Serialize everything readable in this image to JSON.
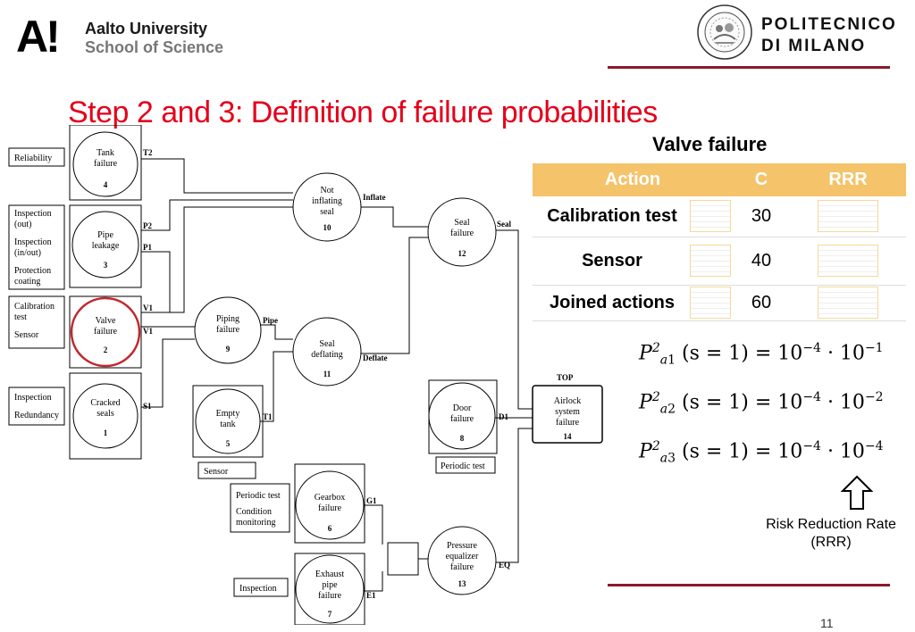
{
  "header": {
    "aalto_mark": "A!",
    "aalto_name": "Aalto University",
    "aalto_school": "School of Science",
    "polimi_line1": "POLITECNICO",
    "polimi_line2": "DI MILANO",
    "accent_color": "#e3001b",
    "rule_color": "#8b1a2b"
  },
  "title": "Step 2 and 3: Definition of failure probabilities",
  "fault_tree": {
    "labels": {
      "reliability": "Reliability",
      "inspection_out": "Inspection",
      "inspection_out2": "(out)",
      "inspection_inout": "Inspection",
      "inspection_inout2": "(in/out)",
      "protection": "Protection",
      "protection2": "coating",
      "calibration": "Calibration",
      "calibration2": "test",
      "sensor_side": "Sensor",
      "inspection_red": "Inspection",
      "redundancy": "Redundancy",
      "sensor_box": "Sensor",
      "periodic_test_door": "Periodic test",
      "periodic_test_gear": "Periodic test",
      "condition": "Condition",
      "condition2": "monitoring",
      "inspection_exhaust": "Inspection"
    },
    "nodes": {
      "tank": {
        "l1": "Tank",
        "l2": "failure",
        "num": "4"
      },
      "pipe": {
        "l1": "Pipe",
        "l2": "leakage",
        "num": "3"
      },
      "valve": {
        "l1": "Valve",
        "l2": "failure",
        "num": "2"
      },
      "cracked": {
        "l1": "Cracked",
        "l2": "seals",
        "num": "1"
      },
      "piping": {
        "l1": "Piping",
        "l2": "failure",
        "num": "9"
      },
      "empty": {
        "l1": "Empty",
        "l2": "tank",
        "num": "5"
      },
      "notinfl": {
        "l1": "Not",
        "l2": "inflating",
        "l3": "seal",
        "num": "10"
      },
      "sealdefl": {
        "l1": "Seal",
        "l2": "deflating",
        "num": "11"
      },
      "sealfail": {
        "l1": "Seal",
        "l2": "failure",
        "num": "12"
      },
      "door": {
        "l1": "Door",
        "l2": "failure",
        "num": "8"
      },
      "airlock": {
        "l1": "Airlock",
        "l2": "system",
        "l3": "failure",
        "num": "14"
      },
      "gearbox": {
        "l1": "Gearbox",
        "l2": "failure",
        "num": "6"
      },
      "exhaust": {
        "l1": "Exhaust",
        "l2": "pipe",
        "l3": "failure",
        "num": "7"
      },
      "pressure": {
        "l1": "Pressure",
        "l2": "equalizer",
        "l3": "failure",
        "num": "13"
      }
    },
    "edges": {
      "t2": "T2",
      "p2": "P2",
      "p1": "P1",
      "v1a": "V1",
      "v1b": "V1",
      "s1": "S1",
      "pipe": "Pipe",
      "t1": "T1",
      "inflate": "Inflate",
      "deflate": "Deflate",
      "seal": "Seal",
      "d1": "D1",
      "top": "TOP",
      "g1": "G1",
      "e1": "E1",
      "eq": "EQ"
    },
    "highlight_color": "#c0282d"
  },
  "table": {
    "caption": "Valve failure",
    "headers": {
      "action": "Action",
      "c": "C",
      "rrr": "RRR"
    },
    "rows": [
      {
        "action": "Calibration test",
        "c": "30"
      },
      {
        "action": "Sensor",
        "c": "40"
      },
      {
        "action": "Joined actions",
        "c": "60"
      }
    ],
    "header_color": "#f5c36a"
  },
  "equations": [
    {
      "p": "P",
      "sup": "2",
      "sub_a": "a",
      "sub_i": "1",
      "arg": "(s = 1) = 10",
      "exp1": "−4",
      "dot": " · 10",
      "exp2": "−1"
    },
    {
      "p": "P",
      "sup": "2",
      "sub_a": "a",
      "sub_i": "2",
      "arg": "(s = 1) = 10",
      "exp1": "−4",
      "dot": " · 10",
      "exp2": "−2"
    },
    {
      "p": "P",
      "sup": "2",
      "sub_a": "a",
      "sub_i": "3",
      "arg": "(s = 1) = 10",
      "exp1": "−4",
      "dot": " · 10",
      "exp2": "−4"
    }
  ],
  "rrr_caption_line1": "Risk Reduction Rate",
  "rrr_caption_line2": "(RRR)",
  "page_number": "11"
}
